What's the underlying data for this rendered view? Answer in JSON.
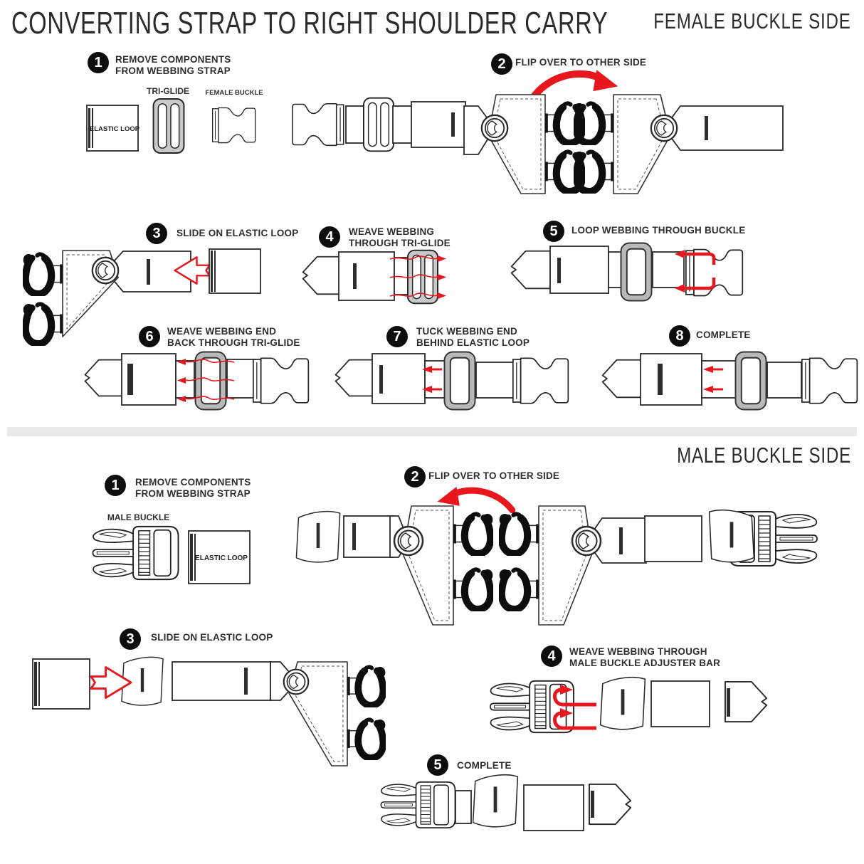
{
  "title": "CONVERTING STRAP TO RIGHT SHOULDER CARRY",
  "colors": {
    "accent_red": "#e8161d",
    "badge_black": "#0d0d0d",
    "triglide_gray": "#c4c4c4",
    "divider_gray": "#e9e9e9",
    "ink": "#2b2b2b"
  },
  "female": {
    "heading": "FEMALE BUCKLE SIDE",
    "labels": {
      "elastic_loop": "ELASTIC LOOP",
      "tri_glide": "TRI-GLIDE",
      "female_buckle": "FEMALE BUCKLE"
    },
    "steps": [
      {
        "num": "1",
        "line1": "REMOVE COMPONENTS",
        "line2": "FROM WEBBING STRAP"
      },
      {
        "num": "2",
        "line1": "FLIP OVER TO OTHER SIDE",
        "line2": ""
      },
      {
        "num": "3",
        "line1": "SLIDE ON ELASTIC LOOP",
        "line2": ""
      },
      {
        "num": "4",
        "line1": "WEAVE WEBBING",
        "line2": "THROUGH TRI-GLIDE"
      },
      {
        "num": "5",
        "line1": "LOOP WEBBING THROUGH BUCKLE",
        "line2": ""
      },
      {
        "num": "6",
        "line1": "WEAVE WEBBING END",
        "line2": "BACK THROUGH TRI-GLIDE"
      },
      {
        "num": "7",
        "line1": "TUCK WEBBING END",
        "line2": "BEHIND ELASTIC LOOP"
      },
      {
        "num": "8",
        "line1": "COMPLETE",
        "line2": ""
      }
    ]
  },
  "male": {
    "heading": "MALE BUCKLE SIDE",
    "labels": {
      "elastic_loop": "ELASTIC LOOP",
      "male_buckle": "MALE BUCKLE"
    },
    "steps": [
      {
        "num": "1",
        "line1": "REMOVE COMPONENTS",
        "line2": "FROM WEBBING STRAP"
      },
      {
        "num": "2",
        "line1": "FLIP OVER TO OTHER SIDE",
        "line2": ""
      },
      {
        "num": "3",
        "line1": "SLIDE ON ELASTIC LOOP",
        "line2": ""
      },
      {
        "num": "4",
        "line1": "WEAVE WEBBING THROUGH",
        "line2": "MALE BUCKLE ADJUSTER BAR"
      },
      {
        "num": "5",
        "line1": "COMPLETE",
        "line2": ""
      }
    ]
  }
}
